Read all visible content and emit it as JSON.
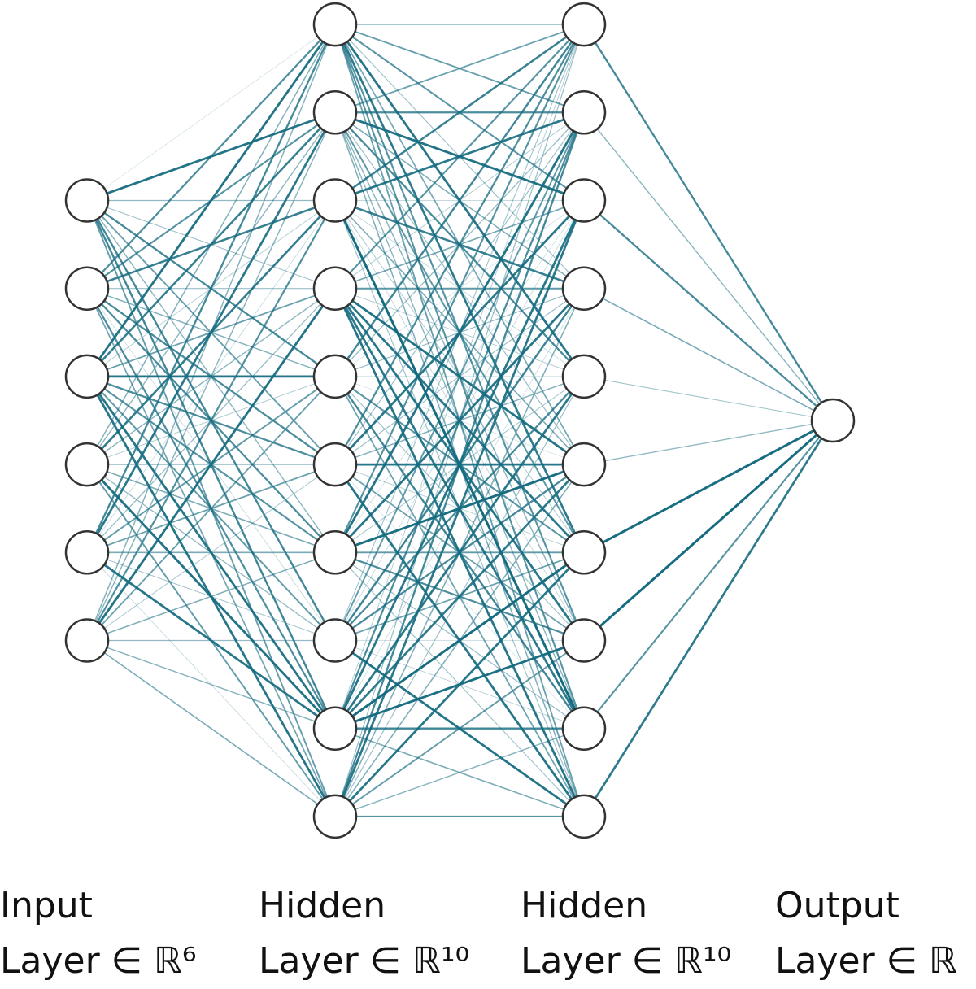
{
  "diagram": {
    "type": "feedforward-neural-network",
    "edge_color": "#156b80",
    "node_fill": "#ffffff",
    "node_stroke": "#333333",
    "layers": [
      {
        "size": 6,
        "line1": "Input",
        "line2": "Layer ∈ ℝ⁶"
      },
      {
        "size": 10,
        "line1": "Hidden",
        "line2": "Layer ∈ ℝ¹⁰"
      },
      {
        "size": 10,
        "line1": "Hidden",
        "line2": "Layer ∈ ℝ¹⁰"
      },
      {
        "size": 1,
        "line1": "Output",
        "line2": "Layer ∈ ℝ"
      }
    ]
  }
}
